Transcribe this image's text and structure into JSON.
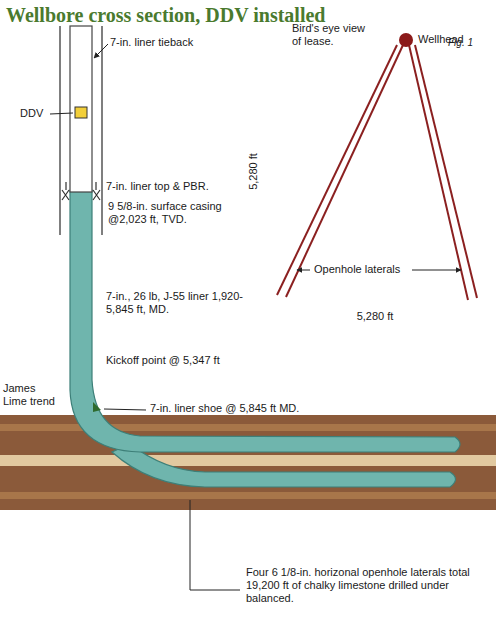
{
  "diagram": {
    "title": "Wellbore cross section, DDV installed",
    "labels": [
      "Fig. 1",
      "7-in. liner tieback",
      "DDV",
      "7-in. liner top & PBR.",
      "9 5/8-in. surface casing @2,023 ft, TVD.",
      "7-in., 26 lb, J-55 liner 1,920-5,845 ft, MD.",
      "Kickoff point @ 5,347 ft",
      "James Lime trend",
      "7-in. liner shoe @ 5,845 ft MD.",
      "Four 6 1/8-in. horizonal openhole laterals total 19,200 ft of chalky limestone drilled under balanced.",
      "Bird's eye view of lease.",
      "Wellhead",
      "5,280 ft",
      "Openhole laterals",
      "5,280 ft"
    ]
  }
}
